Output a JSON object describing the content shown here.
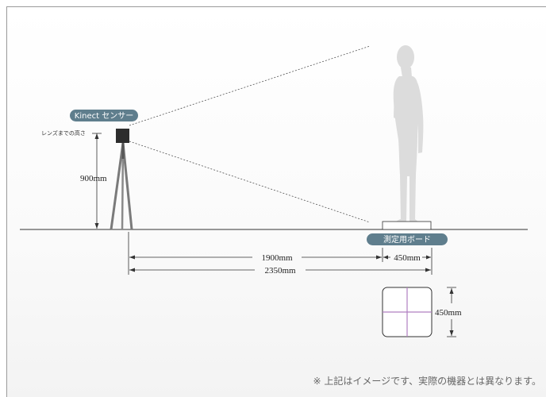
{
  "labels": {
    "sensor": "Kinect センサー",
    "lens_height": "レンズまでの高さ",
    "board": "測定用ボード"
  },
  "dimensions": {
    "sensor_height": "900mm",
    "sensor_to_board": "1900mm",
    "board_width": "450mm",
    "total_distance": "2350mm",
    "board_side": "450mm"
  },
  "note": "※ 上記はイメージです、実際の機器とは異なります。",
  "colors": {
    "pill": "#5f7e8d",
    "cross": "#b07fc0",
    "line": "#333333"
  }
}
